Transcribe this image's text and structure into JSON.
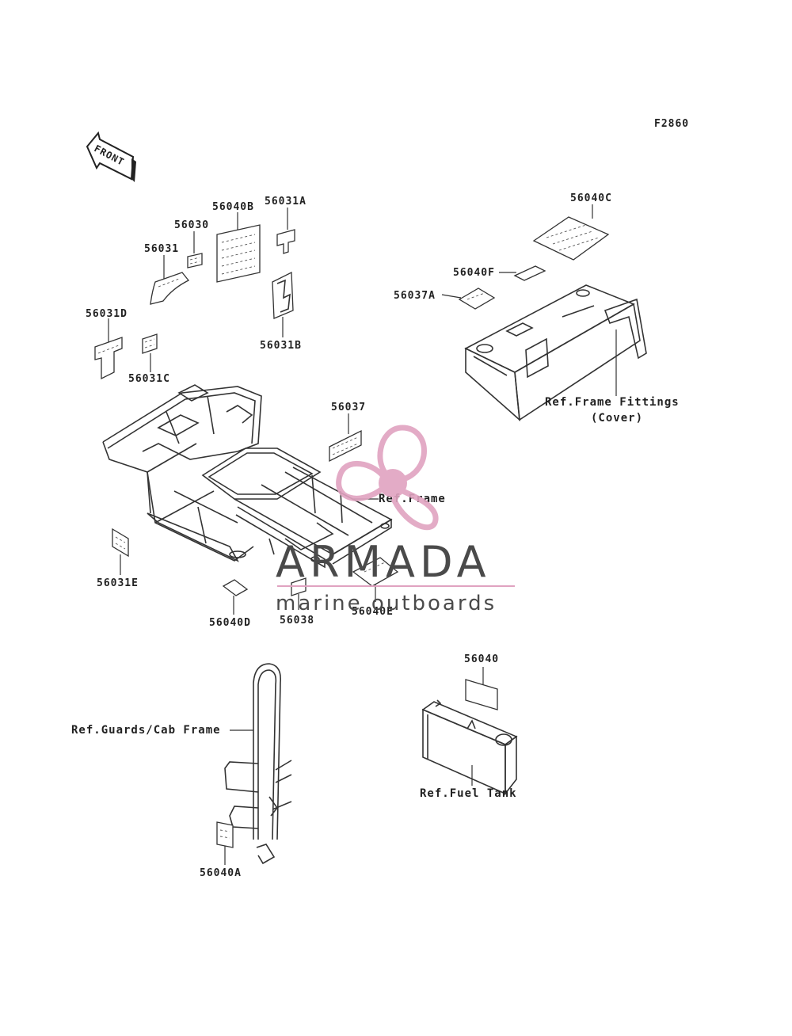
{
  "diagram_code": "F2860",
  "front_label": "FRONT",
  "parts": {
    "p56040B": "56040B",
    "p56031A": "56031A",
    "p56030": "56030",
    "p56031": "56031",
    "p56031B": "56031B",
    "p56031D": "56031D",
    "p56031C": "56031C",
    "p56040C": "56040C",
    "p56040F": "56040F",
    "p56037A": "56037A",
    "p56037": "56037",
    "p56031E": "56031E",
    "p56040D": "56040D",
    "p56038": "56038",
    "p56040E": "56040E",
    "p56040": "56040",
    "p56040A": "56040A"
  },
  "refs": {
    "frame_fittings_line1": "Ref.Frame Fittings",
    "frame_fittings_line2": "(Cover)",
    "frame": "Ref.Frame",
    "guards": "Ref.Guards/Cab Frame",
    "fuel_tank": "Ref.Fuel Tank"
  },
  "watermark": {
    "title": "ARMADA",
    "subtitle": "marine outboards",
    "accent_color": "#e0a3c0",
    "text_color": "#4a4a4a"
  }
}
